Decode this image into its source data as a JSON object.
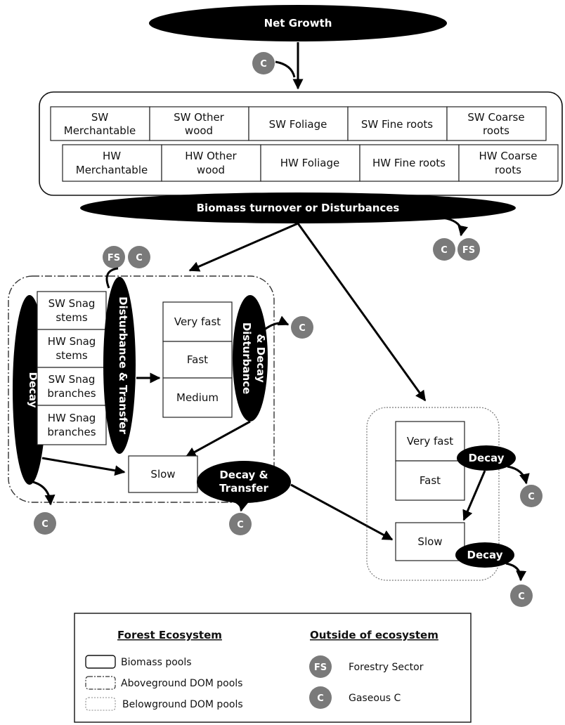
{
  "ovals": {
    "net_growth": "Net Growth",
    "turnover": "Biomass turnover or Disturbances",
    "decay_left": "Decay",
    "disturbance_transfer": "Disturbance & Transfer",
    "disturbance_decay_1": "Disturbance",
    "disturbance_decay_2": "& Decay",
    "decay_transfer_1": "Decay &",
    "decay_transfer_2": "Transfer",
    "decay_bg_fast": "Decay",
    "decay_bg_slow": "Decay"
  },
  "biomass": {
    "sw": [
      [
        "SW",
        "Merchantable"
      ],
      [
        "SW Other",
        "wood"
      ],
      [
        "SW Foliage"
      ],
      [
        "SW Fine roots"
      ],
      [
        "SW Coarse",
        "roots"
      ]
    ],
    "hw": [
      [
        "HW",
        "Merchantable"
      ],
      [
        "HW Other",
        "wood"
      ],
      [
        "HW Foliage"
      ],
      [
        "HW Fine roots"
      ],
      [
        "HW Coarse",
        "roots"
      ]
    ]
  },
  "snags": [
    [
      "SW Snag",
      "stems"
    ],
    [
      "HW Snag",
      "stems"
    ],
    [
      "SW Snag",
      "branches"
    ],
    [
      "HW Snag",
      "branches"
    ]
  ],
  "above_pools": [
    "Very fast",
    "Fast",
    "Medium"
  ],
  "slow_above": "Slow",
  "below_pools": [
    "Very fast",
    "Fast"
  ],
  "slow_below": "Slow",
  "gas": {
    "c": "C",
    "fs": "FS"
  },
  "legend": {
    "forest_heading": "Forest  Ecosystem",
    "outside_heading": "Outside of ecosystem",
    "biomass_pools": "Biomass pools",
    "above_pools": "Aboveground DOM pools",
    "below_pools": "Belowground DOM pools",
    "forestry_sector": "Forestry Sector",
    "gaseous_c": "Gaseous C"
  },
  "colors": {
    "oval": "#000000",
    "gas_circle": "#7a7a7a"
  }
}
